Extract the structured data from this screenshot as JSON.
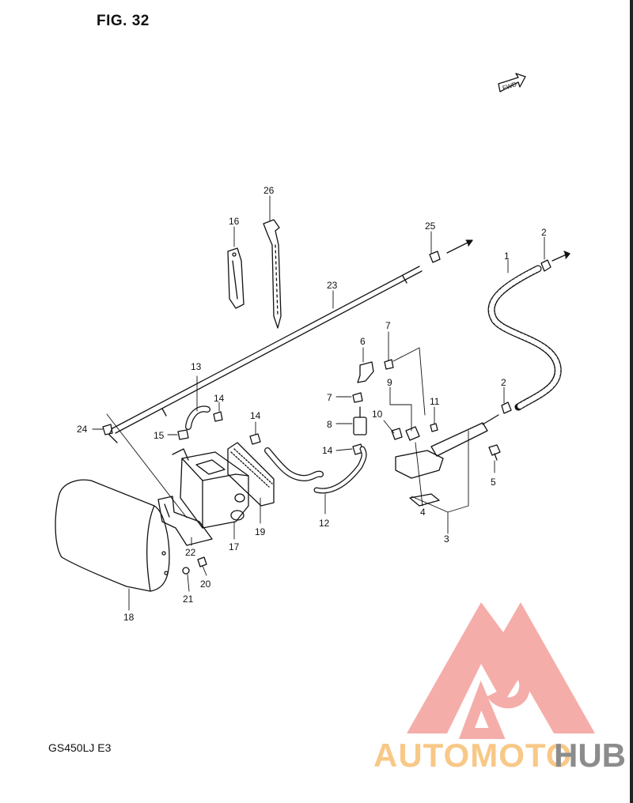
{
  "figure": {
    "title": "FIG. 32",
    "model_code": "GS450LJ  E3",
    "fwd_label": "FWD"
  },
  "part_numbers": [
    "1",
    "2",
    "2",
    "3",
    "4",
    "5",
    "6",
    "7",
    "7",
    "8",
    "9",
    "10",
    "11",
    "12",
    "13",
    "14",
    "14",
    "14",
    "15",
    "16",
    "17",
    "18",
    "19",
    "20",
    "21",
    "22",
    "23",
    "24",
    "25",
    "26"
  ],
  "watermark": {
    "text_auto": "AUTOMOTO",
    "text_hub": "HUB",
    "colors": {
      "red": "#f4a5a0",
      "orange": "#f8c887",
      "gray": "#8c8c8c"
    }
  }
}
